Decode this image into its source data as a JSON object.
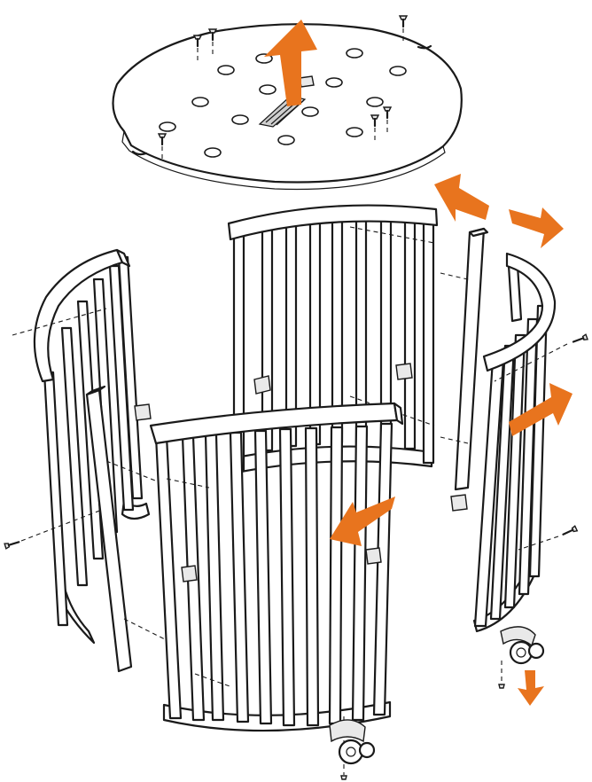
{
  "diagram": {
    "parts": [
      {
        "name": "mattress-base-board"
      },
      {
        "name": "back-side-panel"
      },
      {
        "name": "left-side-panel"
      },
      {
        "name": "front-side-panel"
      },
      {
        "name": "right-side-panel"
      },
      {
        "name": "end-post"
      },
      {
        "name": "caster-wheel"
      }
    ],
    "arrow_color": "#E8741E",
    "line_color": "#1a1a1a",
    "arrows": [
      {
        "name": "up",
        "direction": "up"
      },
      {
        "name": "upper-left",
        "direction": "up-left"
      },
      {
        "name": "upper-right",
        "direction": "down-right"
      },
      {
        "name": "right-panel",
        "direction": "up-right"
      },
      {
        "name": "front-panel",
        "direction": "down-left"
      },
      {
        "name": "wheel",
        "direction": "down"
      }
    ]
  }
}
